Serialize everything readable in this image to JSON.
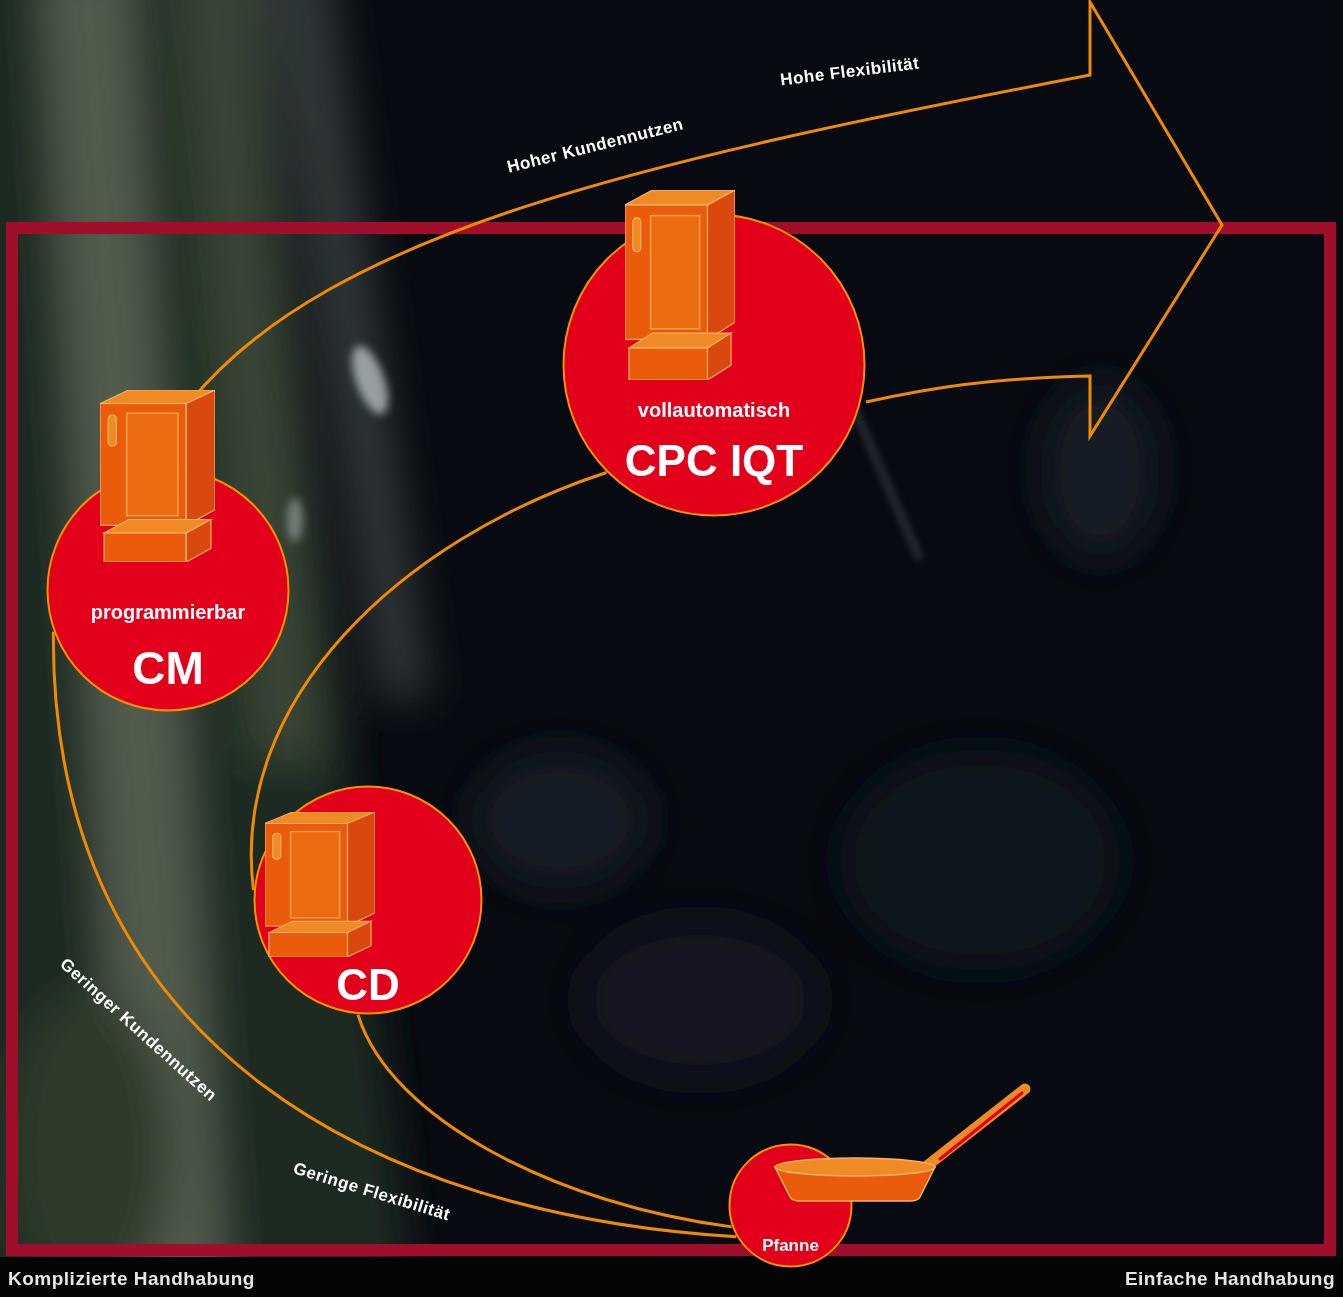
{
  "diagram": {
    "nodes": [
      {
        "text": [
          "vollautomatisch",
          "CPC IQT"
        ]
      },
      {
        "text": [
          "programmierbar",
          "CM"
        ]
      },
      {
        "text": [
          "CD"
        ]
      },
      {
        "text": [
          "Pfanne"
        ]
      }
    ],
    "edges": [
      {
        "from": 3,
        "to": 1,
        "arrow": "none"
      },
      {
        "from": 3,
        "to": 2,
        "arrow": "none"
      },
      {
        "from": 2,
        "to": 0,
        "arrow": "none"
      }
    ],
    "labels": [
      "Hoher Kundennutzen",
      "Hohe Flexibilität",
      "Geringer Kundennutzen",
      "Geringe Flexibilität",
      "Komplizierte Handhabung",
      "Einfache Handhabung"
    ]
  }
}
